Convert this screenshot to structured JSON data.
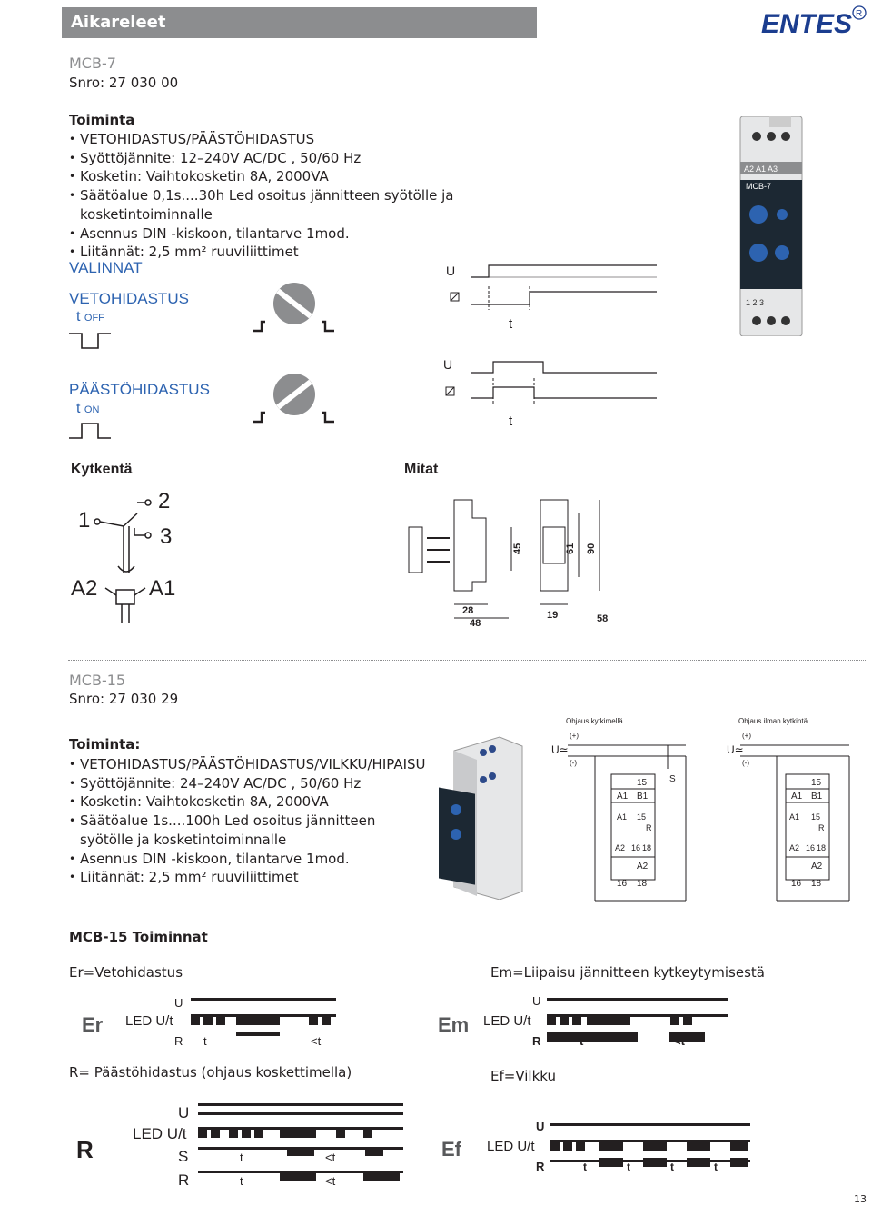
{
  "header": {
    "title": "Aikareleet",
    "brand": "ENTES"
  },
  "mcb7": {
    "name": "MCB-7",
    "snro": "Snro: 27 030 00",
    "func_title": "Toiminta",
    "features": [
      "VETOHIDASTUS/PÄÄSTÖHIDASTUS",
      "Syöttöjännite: 12–240V AC/DC , 50/60 Hz",
      "Kosketin: Vaihtokosketin 8A, 2000VA",
      "Säätöalue 0,1s....30h Led osoitus jännitteen syötölle ja kosketintoiminnalle",
      "Asennus DIN -kiskoon, tilantarve 1mod.",
      "Liitännät: 2,5 mm² ruuviliittimet"
    ],
    "valinnat": "VALINNAT",
    "veto": "VETOHIDASTUS",
    "toff": "t",
    "toff_sub": "OFF",
    "paasto": "PÄÄSTÖHIDASTUS",
    "ton": "t",
    "ton_sub": "ON",
    "kytkenta": "Kytkentä",
    "mitat": "Mitat",
    "device_label": "MCB-7",
    "device_top": "A2 A1 A3",
    "device_bottom": "1  2  3",
    "wiring": {
      "t1": "1",
      "t2": "2",
      "t3": "3",
      "a2": "A2",
      "a1": "A1"
    },
    "dims": {
      "d28": "28",
      "d48": "48",
      "d45": "45",
      "d19": "19",
      "d61": "61",
      "d90": "90",
      "d58": "58"
    },
    "chart": {
      "u": "U",
      "t": "t"
    }
  },
  "mcb15": {
    "name": "MCB-15",
    "snro": "Snro: 27 030 29",
    "func_title": "Toiminta:",
    "features": [
      "VETOHIDASTUS/PÄÄSTÖHIDASTUS/VILKKU/HIPAISU",
      "Syöttöjännite: 24–240V AC/DC , 50/60 Hz",
      "Kosketin: Vaihtokosketin 8A, 2000VA",
      "Säätöalue 1s....100h Led osoitus jännitteen syötölle ja kosketintoiminnalle",
      "Asennus DIN -kiskoon, tilantarve 1mod.",
      "Liitännät: 2,5 mm² ruuviliittimet"
    ],
    "with_switch": "Ohjaus kytkimellä",
    "without_switch": "Ohjaus ilman kytkintä",
    "plus": "(+)",
    "minus": "(-)",
    "u_ac": "U≃",
    "s": "S",
    "term": {
      "t15": "15",
      "a1": "A1",
      "b1": "B1",
      "r": "R",
      "a2": "A2",
      "t16": "16",
      "t18": "18"
    },
    "functions_title": "MCB-15 Toiminnat",
    "er": {
      "title": "Er=Vetohidastus",
      "code": "Er",
      "u": "U",
      "led": "LED U/t",
      "r": "R",
      "t": "t",
      "lt": "<t"
    },
    "em": {
      "title": "Em=Liipaisu jännitteen kytkeytymisestä",
      "code": "Em",
      "u": "U",
      "led": "LED U/t",
      "r": "R",
      "t": "t",
      "lt": "<t"
    },
    "rr": {
      "title": "R= Päästöhidastus (ohjaus koskettimella)",
      "code": "R",
      "u": "U",
      "led": "LED U/t",
      "s": "S",
      "r": "R",
      "t": "t",
      "lt": "<t"
    },
    "ef": {
      "title": "Ef=Vilkku",
      "code": "Ef",
      "u": "U",
      "led": "LED U/t",
      "r": "R",
      "t": "t"
    }
  },
  "page_number": "13"
}
